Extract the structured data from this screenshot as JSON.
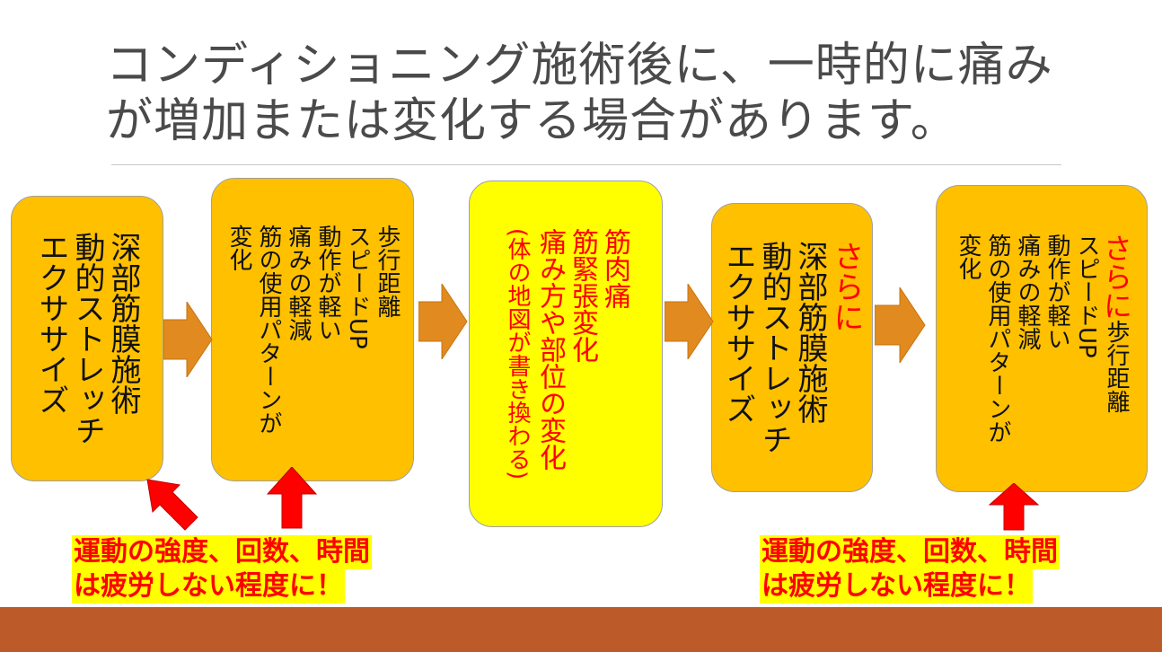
{
  "title": {
    "line1": "コンディショニング施術後に、一時的に痛み",
    "line2": "が増加または変化する場合があります。"
  },
  "boxes": [
    {
      "lines": [
        "深部筋膜施術",
        "動的ストレッチ",
        "エクササイズ"
      ]
    },
    {
      "lines": [
        "歩行距離",
        "スピードUP",
        "動作が軽い",
        "痛みの軽減",
        "筋の使用パターンが",
        "変化"
      ]
    },
    {
      "lines": [
        "筋肉痛",
        "筋緊張変化",
        "痛み方や部位の変化",
        "(体の地図が書き換わる)"
      ]
    },
    {
      "prefix": "さらに",
      "lines": [
        "深部筋膜施術",
        "動的ストレッチ",
        "エクササイズ"
      ]
    },
    {
      "prefix": "さらに",
      "lines": [
        "歩行距離",
        "スピードUP",
        "動作が軽い",
        "痛みの軽減",
        "筋の使用パターンが",
        "変化"
      ]
    }
  ],
  "notes": {
    "left": {
      "line1": "運動の強度、回数、時間",
      "line2": "は疲労しない程度に！"
    },
    "right": {
      "line1": "運動の強度、回数、時間",
      "line2": "は疲労しない程度に！"
    }
  },
  "colors": {
    "box": "#ffc000",
    "highlight": "#ffff00",
    "arrow": "#e08a20",
    "red_arrow": "#ff0000",
    "footer": "#bc5a2a"
  }
}
